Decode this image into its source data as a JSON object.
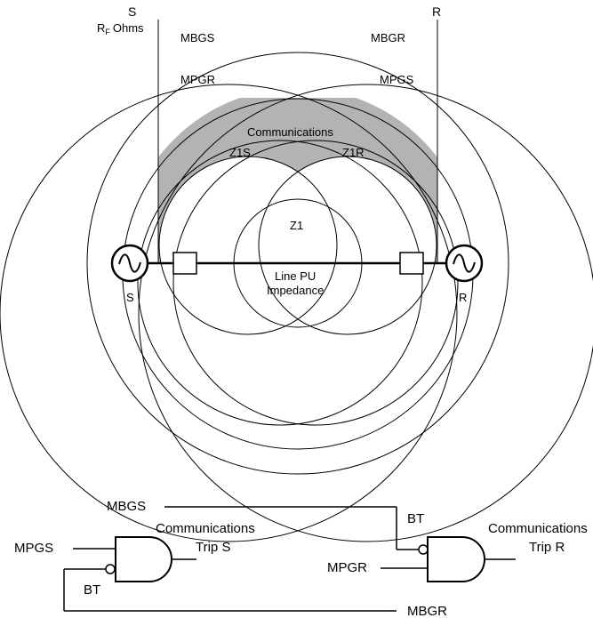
{
  "colors": {
    "shade": "#b3b3b3",
    "stroke": "#000000",
    "background": "#ffffff"
  },
  "labels": {
    "source_s_top": "S",
    "source_r_top": "R",
    "rf_main": "R",
    "rf_sub": "F",
    "rf_unit": "Ohms",
    "mbgs": "MBGS",
    "mbgr": "MBGR",
    "mpgr": "MPGR",
    "mpgs": "MPGS",
    "communications": "Communications",
    "z1s": "Z1S",
    "z1r": "Z1R",
    "z1": "Z1",
    "line_pu_1": "Line PU",
    "line_pu_2": "Impedance",
    "source_s_bottom": "S",
    "source_r_bottom": "R"
  },
  "logic": {
    "left_gate": {
      "input_top": "MPGS",
      "input_bottom_label": "BT",
      "output_line1": "Communications",
      "output_line2": "Trip S",
      "far_input": "MBGR"
    },
    "right_gate": {
      "input_top": "MBGS",
      "input_top_label": "BT",
      "input_bottom": "MPGR",
      "output_line1": "Communications",
      "output_line2": "Trip R"
    }
  },
  "icons": {
    "source": "ac-source-icon",
    "breaker": "breaker-icon",
    "and_gate": "and-gate-icon",
    "invert_bubble": "inversion-bubble-icon"
  }
}
